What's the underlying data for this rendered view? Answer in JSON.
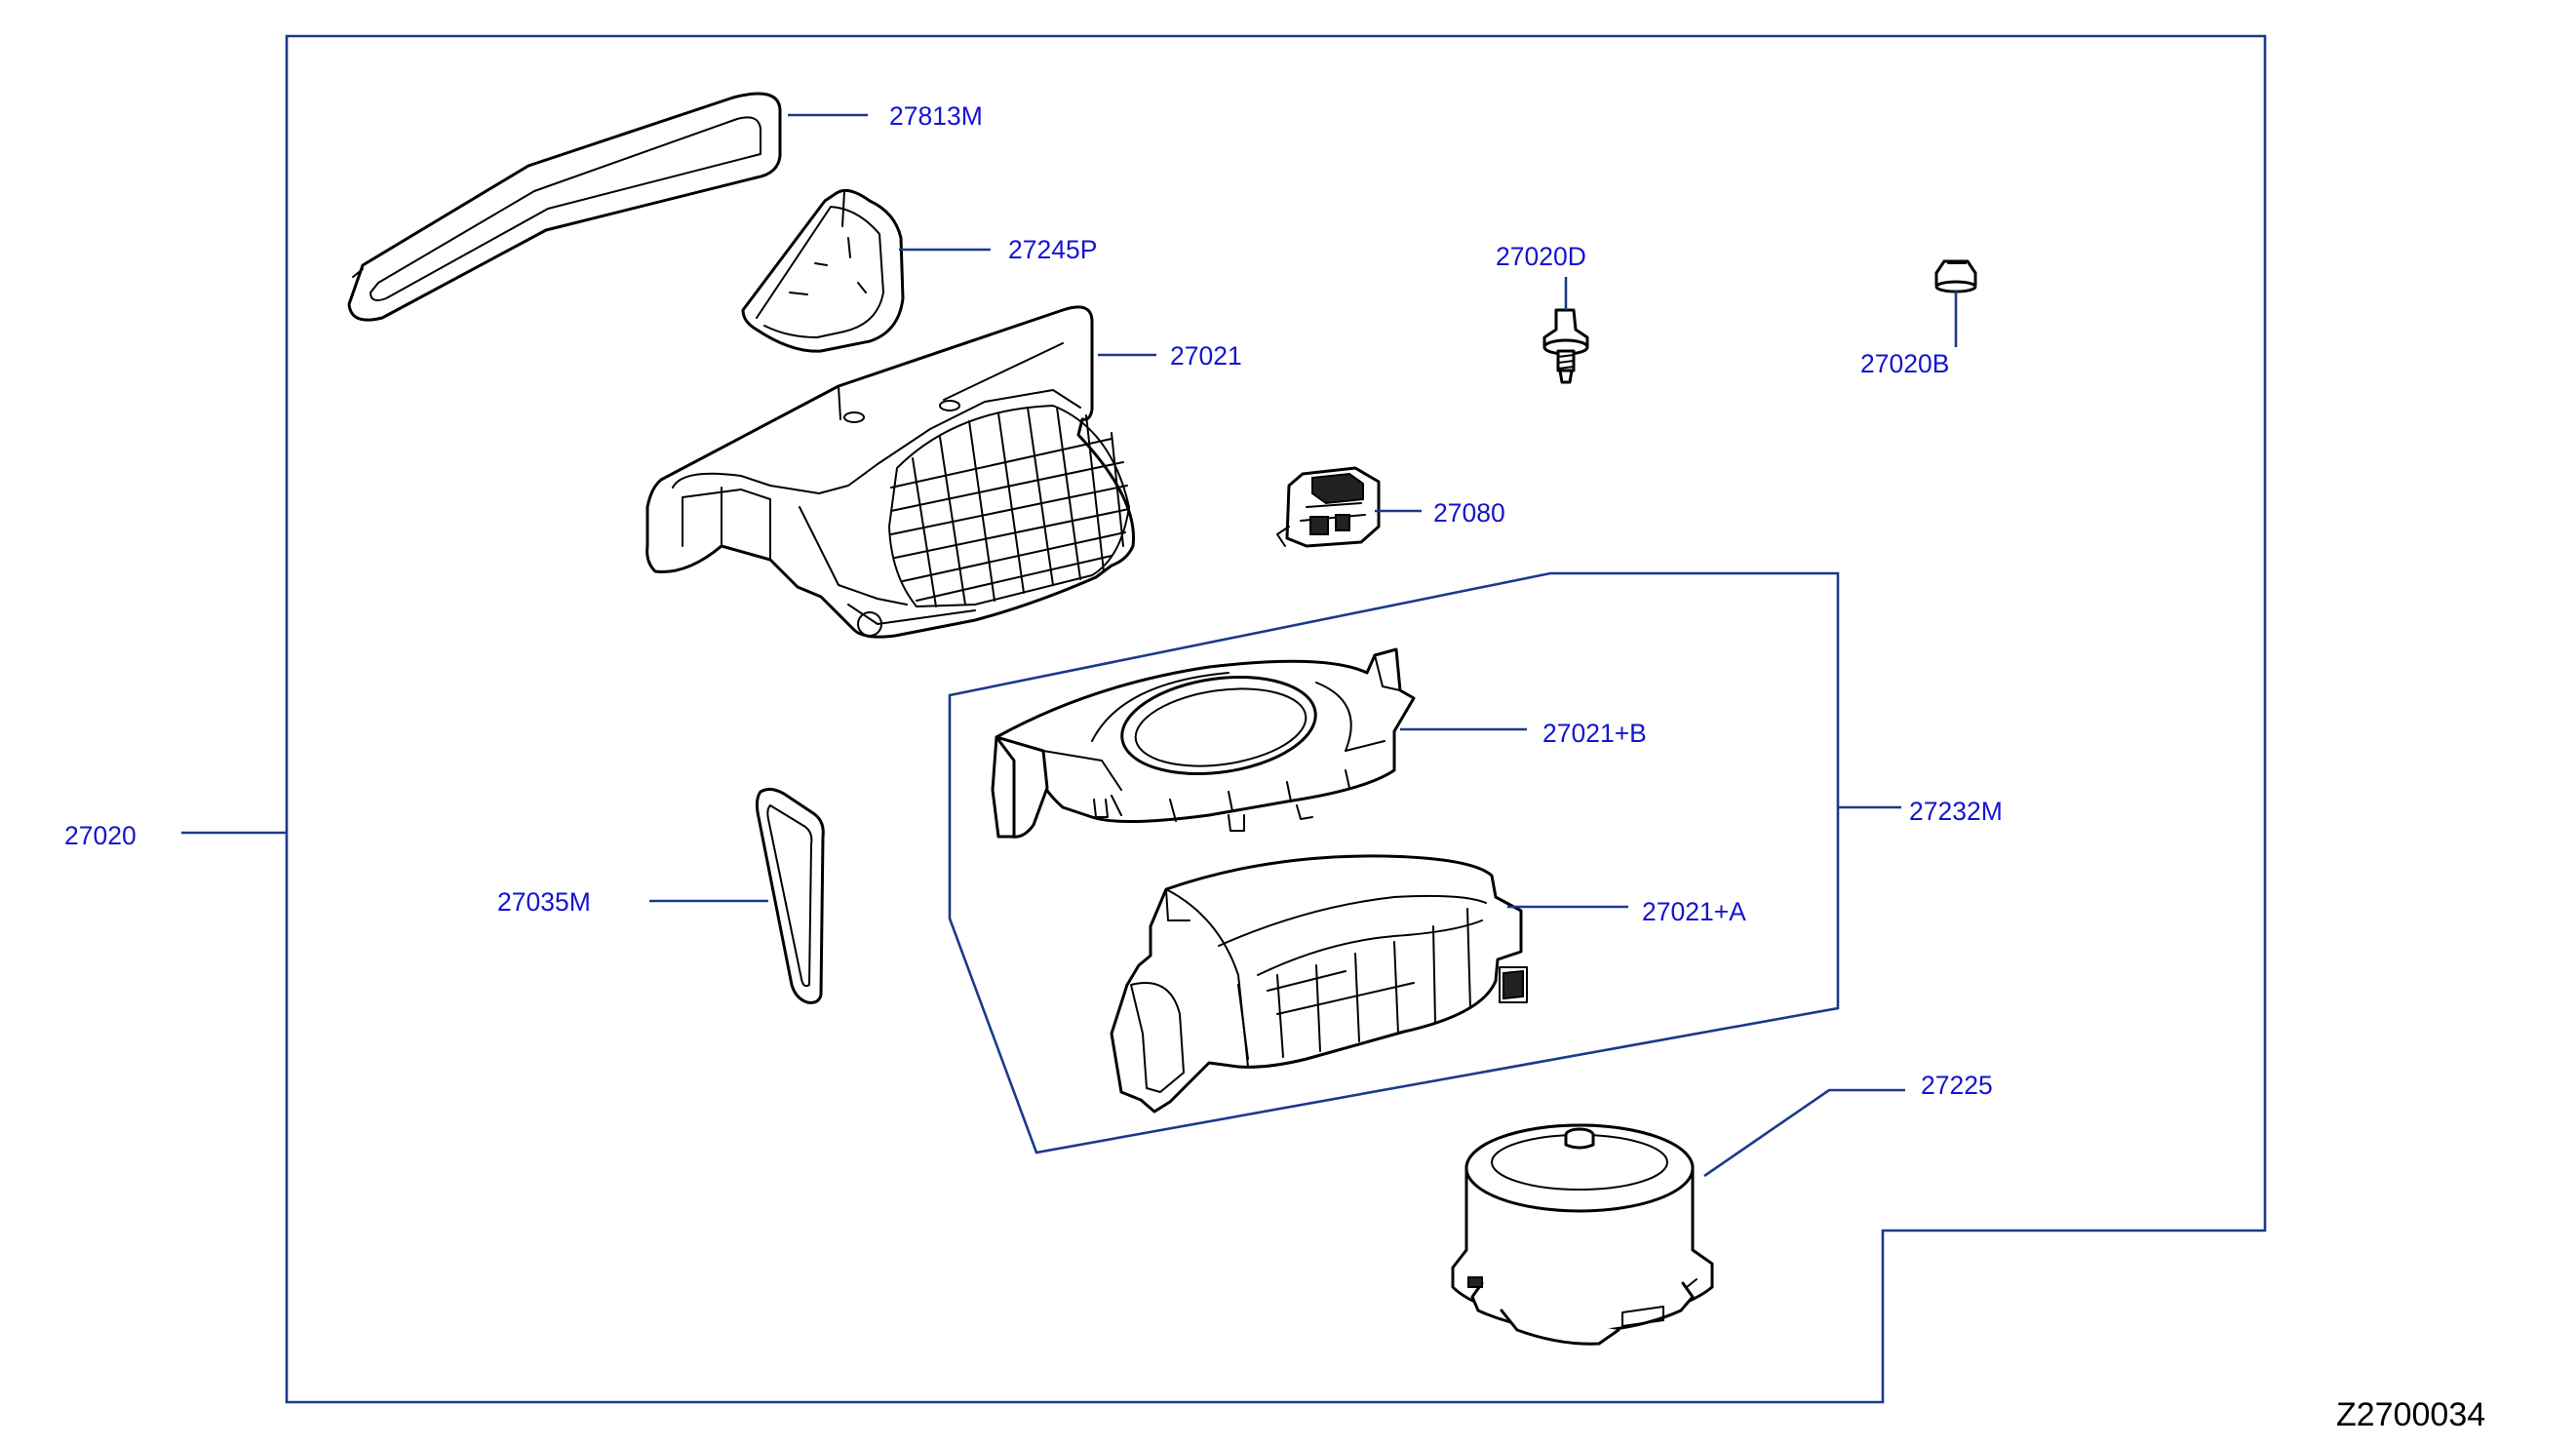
{
  "diagram": {
    "document_id": "Z2700034",
    "labels": {
      "assembly": "27020",
      "case_seal": "27813M",
      "grille_cover": "27245P",
      "intake_case": "27021",
      "bolt": "27020D",
      "nut": "27020B",
      "resistor": "27080",
      "upper_scroll": "27021+B",
      "scroll_set": "27232M",
      "lower_scroll": "27021+A",
      "gasket": "27035M",
      "blower_motor": "27225"
    },
    "colors": {
      "frame_line": "#1a3a8a",
      "label_text": "#1414d2",
      "part_outline": "#000000",
      "document_id_text": "#000000"
    }
  }
}
